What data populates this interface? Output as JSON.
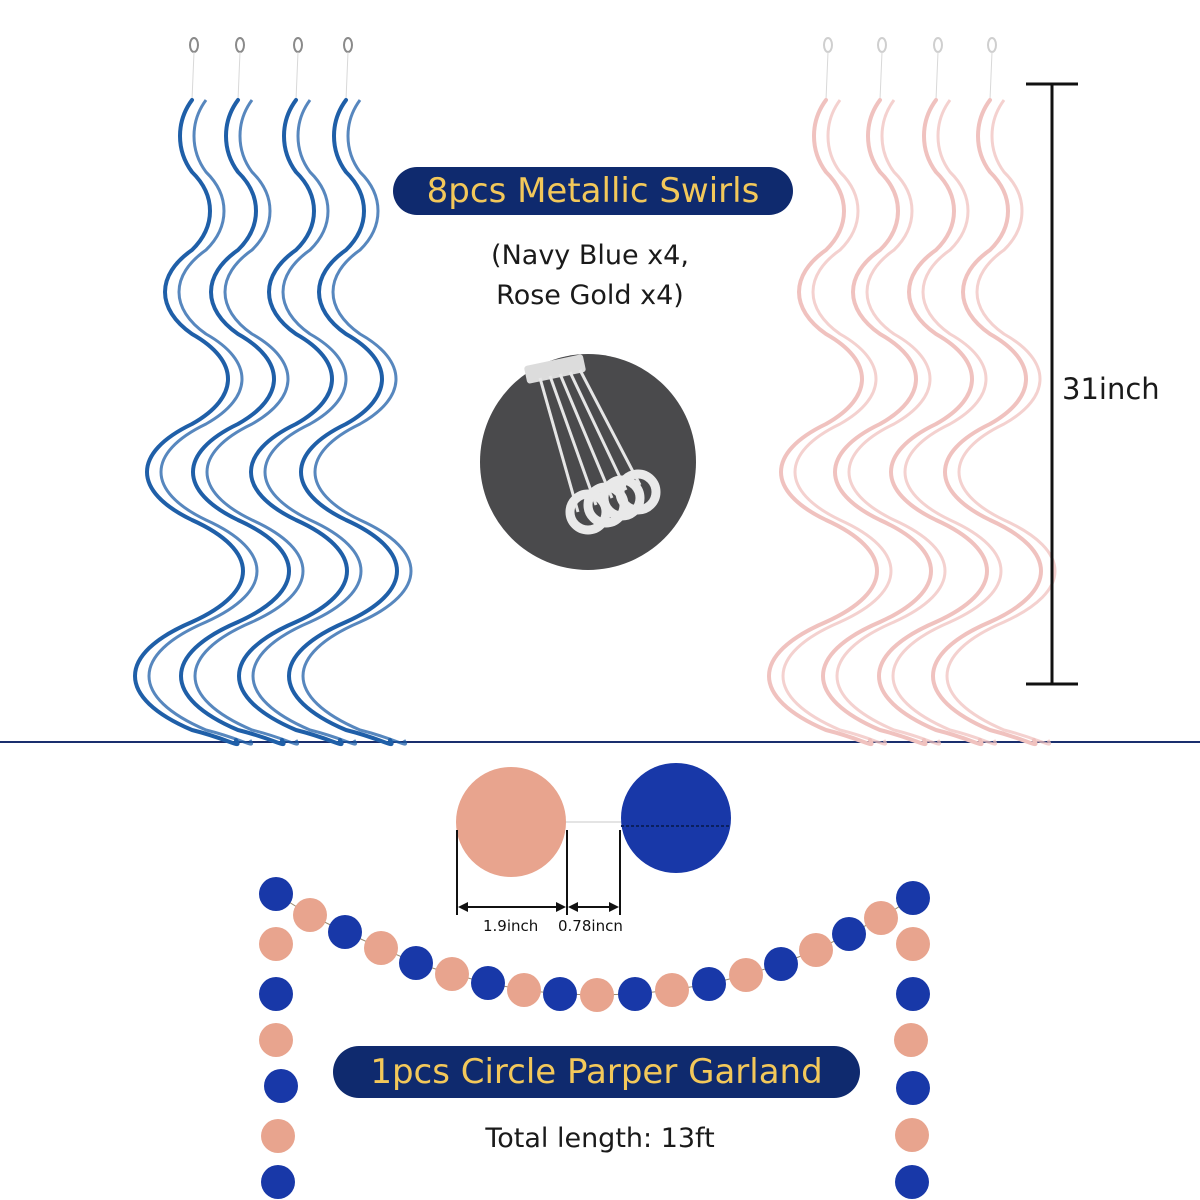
{
  "swirls": {
    "title": "8pcs Metallic Swirls",
    "colors_line1": "(Navy Blue x4,",
    "colors_line2": "Rose Gold x4)",
    "length": "31inch",
    "navy_color": "#1f5fa8",
    "rose_color": "#f0c2bf"
  },
  "garland": {
    "title": "1pcs Circle Parper Garland",
    "total_length": "Total length: 13ft",
    "circle_diameter": "1.9inch",
    "circle_gap": "0.78incn",
    "navy_color": "#1838a8",
    "rose_color": "#e8a48e"
  },
  "colors": {
    "pill_bg": "#0f2a6e",
    "pill_text": "#f3c85a",
    "divider": "#1a2f6e"
  }
}
